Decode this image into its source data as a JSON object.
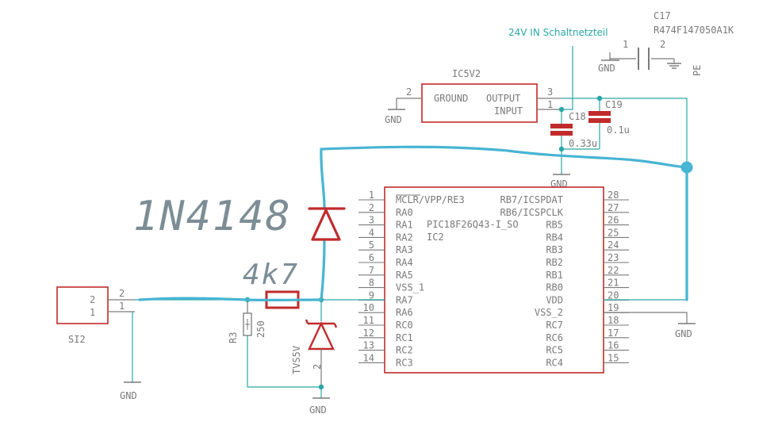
{
  "colors": {
    "wire": "#2aa7a7",
    "net_overlay": "#47b5d3",
    "component": "#c12b2b",
    "text": "#7a7a7a",
    "handwriting": "#7d8d96"
  },
  "labels": {
    "net_24v": "24V IN Schaltnetzteil",
    "c17_name": "C17",
    "c17_value": "R474F147050A1K",
    "ic5_name": "IC5V2",
    "ic5_ground": "GROUND",
    "ic5_output": "OUTPUT",
    "ic5_input": "INPUT",
    "c19_name": "C19",
    "c19_value": "0.1u",
    "c18_name": "C18",
    "c18_value": "0.33u",
    "ic2_name": "IC2",
    "ic2_part": "PIC18F26Q43-I_SO",
    "r3_name": "R3",
    "r3_value": "250",
    "tvs_name": "TVS5V",
    "si2_name": "SI2",
    "gnd": "GND",
    "pe": "PE",
    "hand_diode": "1N4148",
    "hand_resistor": "4k7"
  },
  "ic5_pins": {
    "gnd": "2",
    "output": "3",
    "input": "1"
  },
  "c17_pins": {
    "left": "1",
    "right": "2"
  },
  "si2_pins": {
    "top": "2",
    "bottom": "1",
    "wire_top": "2",
    "wire_bottom": "1"
  },
  "tvs_pins": {
    "bottom": "2"
  },
  "ic2_left_pins": [
    {
      "num": "1",
      "name": "MCLR/VPP/RE3"
    },
    {
      "num": "2",
      "name": "RA0"
    },
    {
      "num": "3",
      "name": "RA1"
    },
    {
      "num": "4",
      "name": "RA2"
    },
    {
      "num": "5",
      "name": "RA3"
    },
    {
      "num": "6",
      "name": "RA4"
    },
    {
      "num": "7",
      "name": "RA5"
    },
    {
      "num": "8",
      "name": "VSS_1"
    },
    {
      "num": "9",
      "name": "RA7"
    },
    {
      "num": "10",
      "name": "RA6"
    },
    {
      "num": "11",
      "name": "RC0"
    },
    {
      "num": "12",
      "name": "RC1"
    },
    {
      "num": "13",
      "name": "RC2"
    },
    {
      "num": "14",
      "name": "RC3"
    }
  ],
  "ic2_right_pins": [
    {
      "num": "28",
      "name": "RB7/ICSPDAT"
    },
    {
      "num": "27",
      "name": "RB6/ICSPCLK"
    },
    {
      "num": "26",
      "name": "RB5"
    },
    {
      "num": "25",
      "name": "RB4"
    },
    {
      "num": "24",
      "name": "RB3"
    },
    {
      "num": "23",
      "name": "RB2"
    },
    {
      "num": "22",
      "name": "RB1"
    },
    {
      "num": "21",
      "name": "RB0"
    },
    {
      "num": "20",
      "name": "VDD"
    },
    {
      "num": "19",
      "name": "VSS_2"
    },
    {
      "num": "18",
      "name": "RC7"
    },
    {
      "num": "17",
      "name": "RC6"
    },
    {
      "num": "16",
      "name": "RC5"
    },
    {
      "num": "15",
      "name": "RC4"
    }
  ]
}
